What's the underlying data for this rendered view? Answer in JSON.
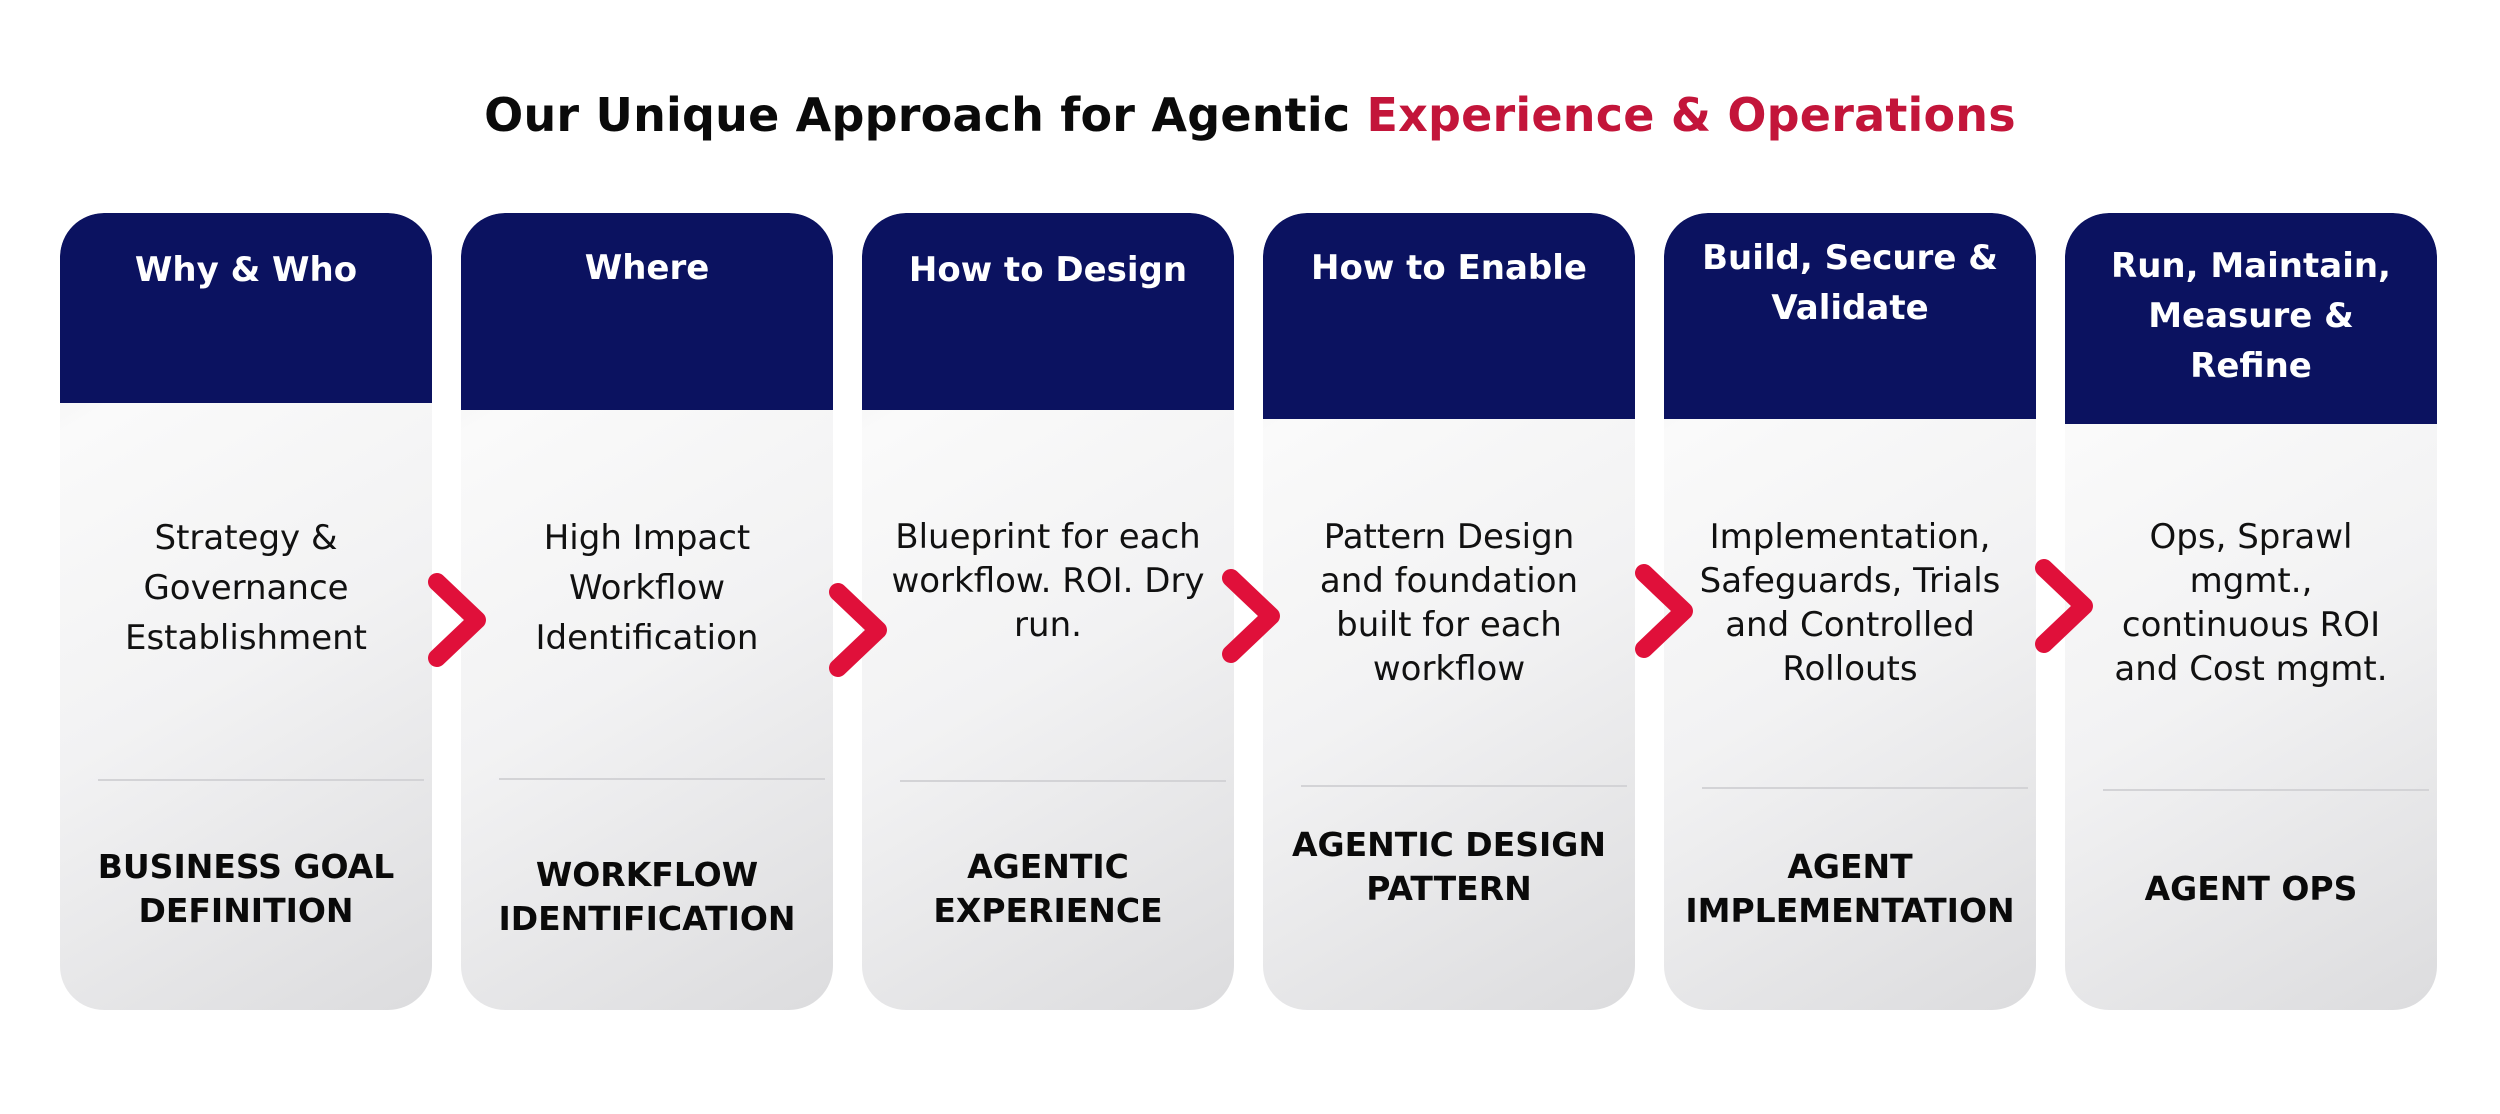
{
  "title": {
    "main": "Our Unique Approach for Agentic ",
    "accent": "Experience & Operations"
  },
  "colors": {
    "header_navy": "#0b1260",
    "accent_red": "#c3153a",
    "chevron_red": "#e0103a"
  },
  "stages": [
    {
      "header": "Why & Who",
      "description": "Strategy & Governance Establishment",
      "footer": "BUSINESS GOAL DEFINITION"
    },
    {
      "header": "Where",
      "description": "High Impact Workflow Identification",
      "footer": "WORKFLOW IDENTIFICATION"
    },
    {
      "header": "How to Design",
      "description": "Blueprint for each workflow. ROI. Dry run.",
      "footer": "AGENTIC EXPERIENCE"
    },
    {
      "header": "How to Enable",
      "description": "Pattern Design and foundation built for each workflow",
      "footer": "AGENTIC DESIGN PATTERN"
    },
    {
      "header": "Build, Secure & Validate",
      "description": "Implementation, Safeguards, Trials and Controlled Rollouts",
      "footer": "AGENT IMPLEMENTATION"
    },
    {
      "header": "Run, Maintain, Measure & Refine",
      "description": "Ops, Sprawl mgmt., continuous ROI and Cost mgmt.",
      "footer": "AGENT OPS"
    }
  ],
  "connector_icon": "chevron-right-icon"
}
